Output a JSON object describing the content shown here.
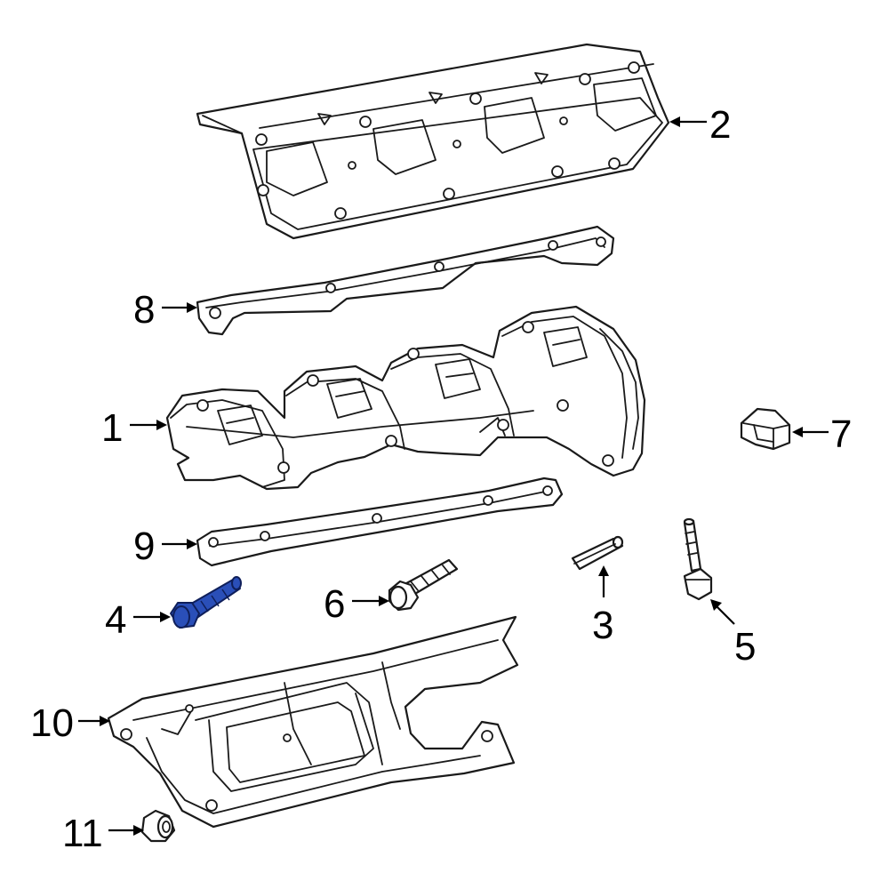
{
  "callouts": [
    {
      "id": "1",
      "label": "1"
    },
    {
      "id": "2",
      "label": "2"
    },
    {
      "id": "3",
      "label": "3"
    },
    {
      "id": "4",
      "label": "4"
    },
    {
      "id": "5",
      "label": "5"
    },
    {
      "id": "6",
      "label": "6"
    },
    {
      "id": "7",
      "label": "7"
    },
    {
      "id": "8",
      "label": "8"
    },
    {
      "id": "9",
      "label": "9"
    },
    {
      "id": "10",
      "label": "10"
    },
    {
      "id": "11",
      "label": "11"
    }
  ],
  "highlighted_part": "4",
  "colors": {
    "line": "#1a1a1a",
    "highlight": "#2a4fb8",
    "background": "#ffffff"
  }
}
